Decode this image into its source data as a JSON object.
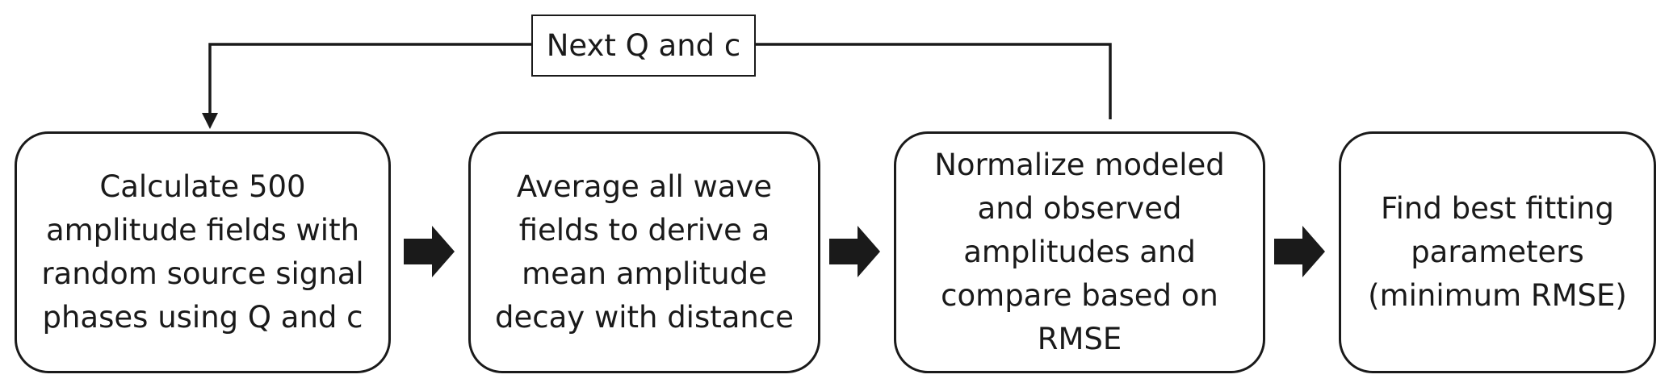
{
  "diagram": {
    "loop_label": "Next Q and c",
    "steps": [
      {
        "text": "Calculate 500\namplitude fields with\nrandom source signal\nphases using Q and c"
      },
      {
        "text": "Average all wave\nfields to derive a\nmean amplitude\ndecay with distance"
      },
      {
        "text": "Normalize modeled\nand observed\namplitudes and\ncompare based on\nRMSE"
      },
      {
        "text": "Find best fitting\nparameters\n(minimum RMSE)"
      }
    ],
    "colors": {
      "line": "#1a1a1a",
      "background": "#ffffff"
    }
  }
}
